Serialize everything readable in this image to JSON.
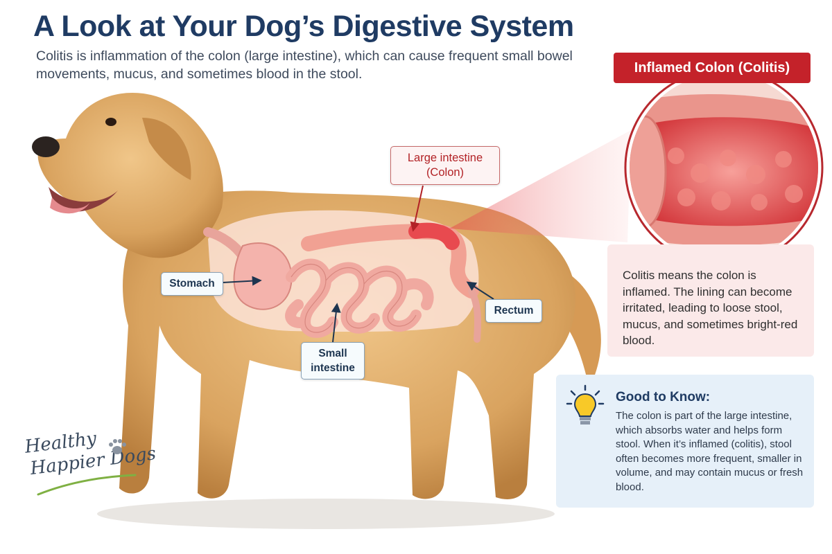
{
  "header": {
    "title": "A Look at Your Dog’s Digestive System",
    "subtitle": "Colitis is inflammation of the colon (large intestine), which can cause frequent small bowel movements, mucus, and sometimes blood in the stool."
  },
  "labels": {
    "stomach": "Stomach",
    "small_intestine": "Small intestine",
    "rectum": "Rectum",
    "colon_line1": "Large intestine",
    "colon_line2": "(Colon)"
  },
  "callout": {
    "tag": "Inflamed Colon (Colitis)",
    "description": "Colitis means the colon is inflamed. The lining can become irritated, leading to loose stool, mucus, and sometimes bright-red blood."
  },
  "good_to_know": {
    "title": "Good to Know:",
    "text": "The colon is part of the large intestine, which absorbs water and helps form stool. When it’s inflamed (colitis), stool often becomes more frequent, smaller in volume, and may contain mucus or fresh blood."
  },
  "logo": {
    "line1": "Healthy",
    "line2": "Happier Dogs"
  },
  "icons": {
    "bulb": "lightbulb-icon",
    "paw": "paw-print-icon"
  },
  "colors": {
    "title": "#1f3b63",
    "accent_red": "#c4222a",
    "fur": "#d9a35f",
    "intestine": "#f0a9a0",
    "inflamed": "#e84a4f",
    "info_bg": "#e6f0f9",
    "desc_bg": "#fbe9e9"
  }
}
